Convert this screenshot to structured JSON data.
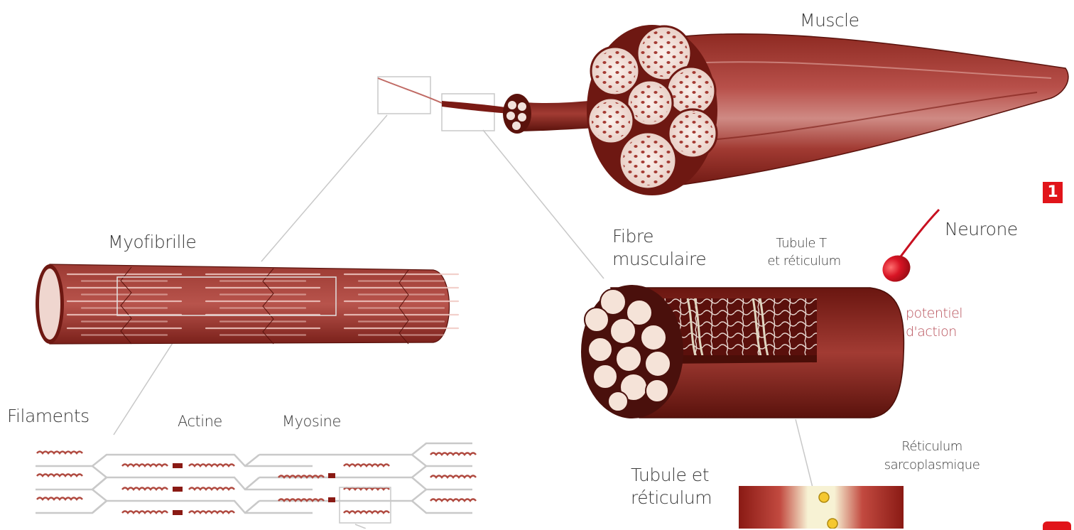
{
  "labels": {
    "muscle": "Muscle",
    "myofibrille": "Myofibrille",
    "fibre_line1": "Fibre",
    "fibre_line2": "musculaire",
    "tubule_t_line1": "Tubule T",
    "tubule_t_line2": "et réticulum",
    "neurone": "Neurone",
    "potentiel_line1": "potentiel",
    "potentiel_line2": "d'action",
    "filaments": "Filaments",
    "actine": "Actine",
    "myosine": "Myosine",
    "reticulum_sarco_line1": "Réticulum",
    "reticulum_sarco_line2": "sarcoplasmique",
    "tubule_reticulum_line1": "Tubule et",
    "tubule_reticulum_line2": "réticulum"
  },
  "badge": "1",
  "colors": {
    "muscle_dark": "#7a1a14",
    "muscle_mid": "#a3372e",
    "muscle_light": "#c9675c",
    "fascicle_fill": "#f2e2dc",
    "neuron_red": "#d01020",
    "badge_red": "#e1141a",
    "pink_text": "#b8505a",
    "guide_line": "#c8c8c8",
    "filament_grey": "#c9c9c9"
  }
}
